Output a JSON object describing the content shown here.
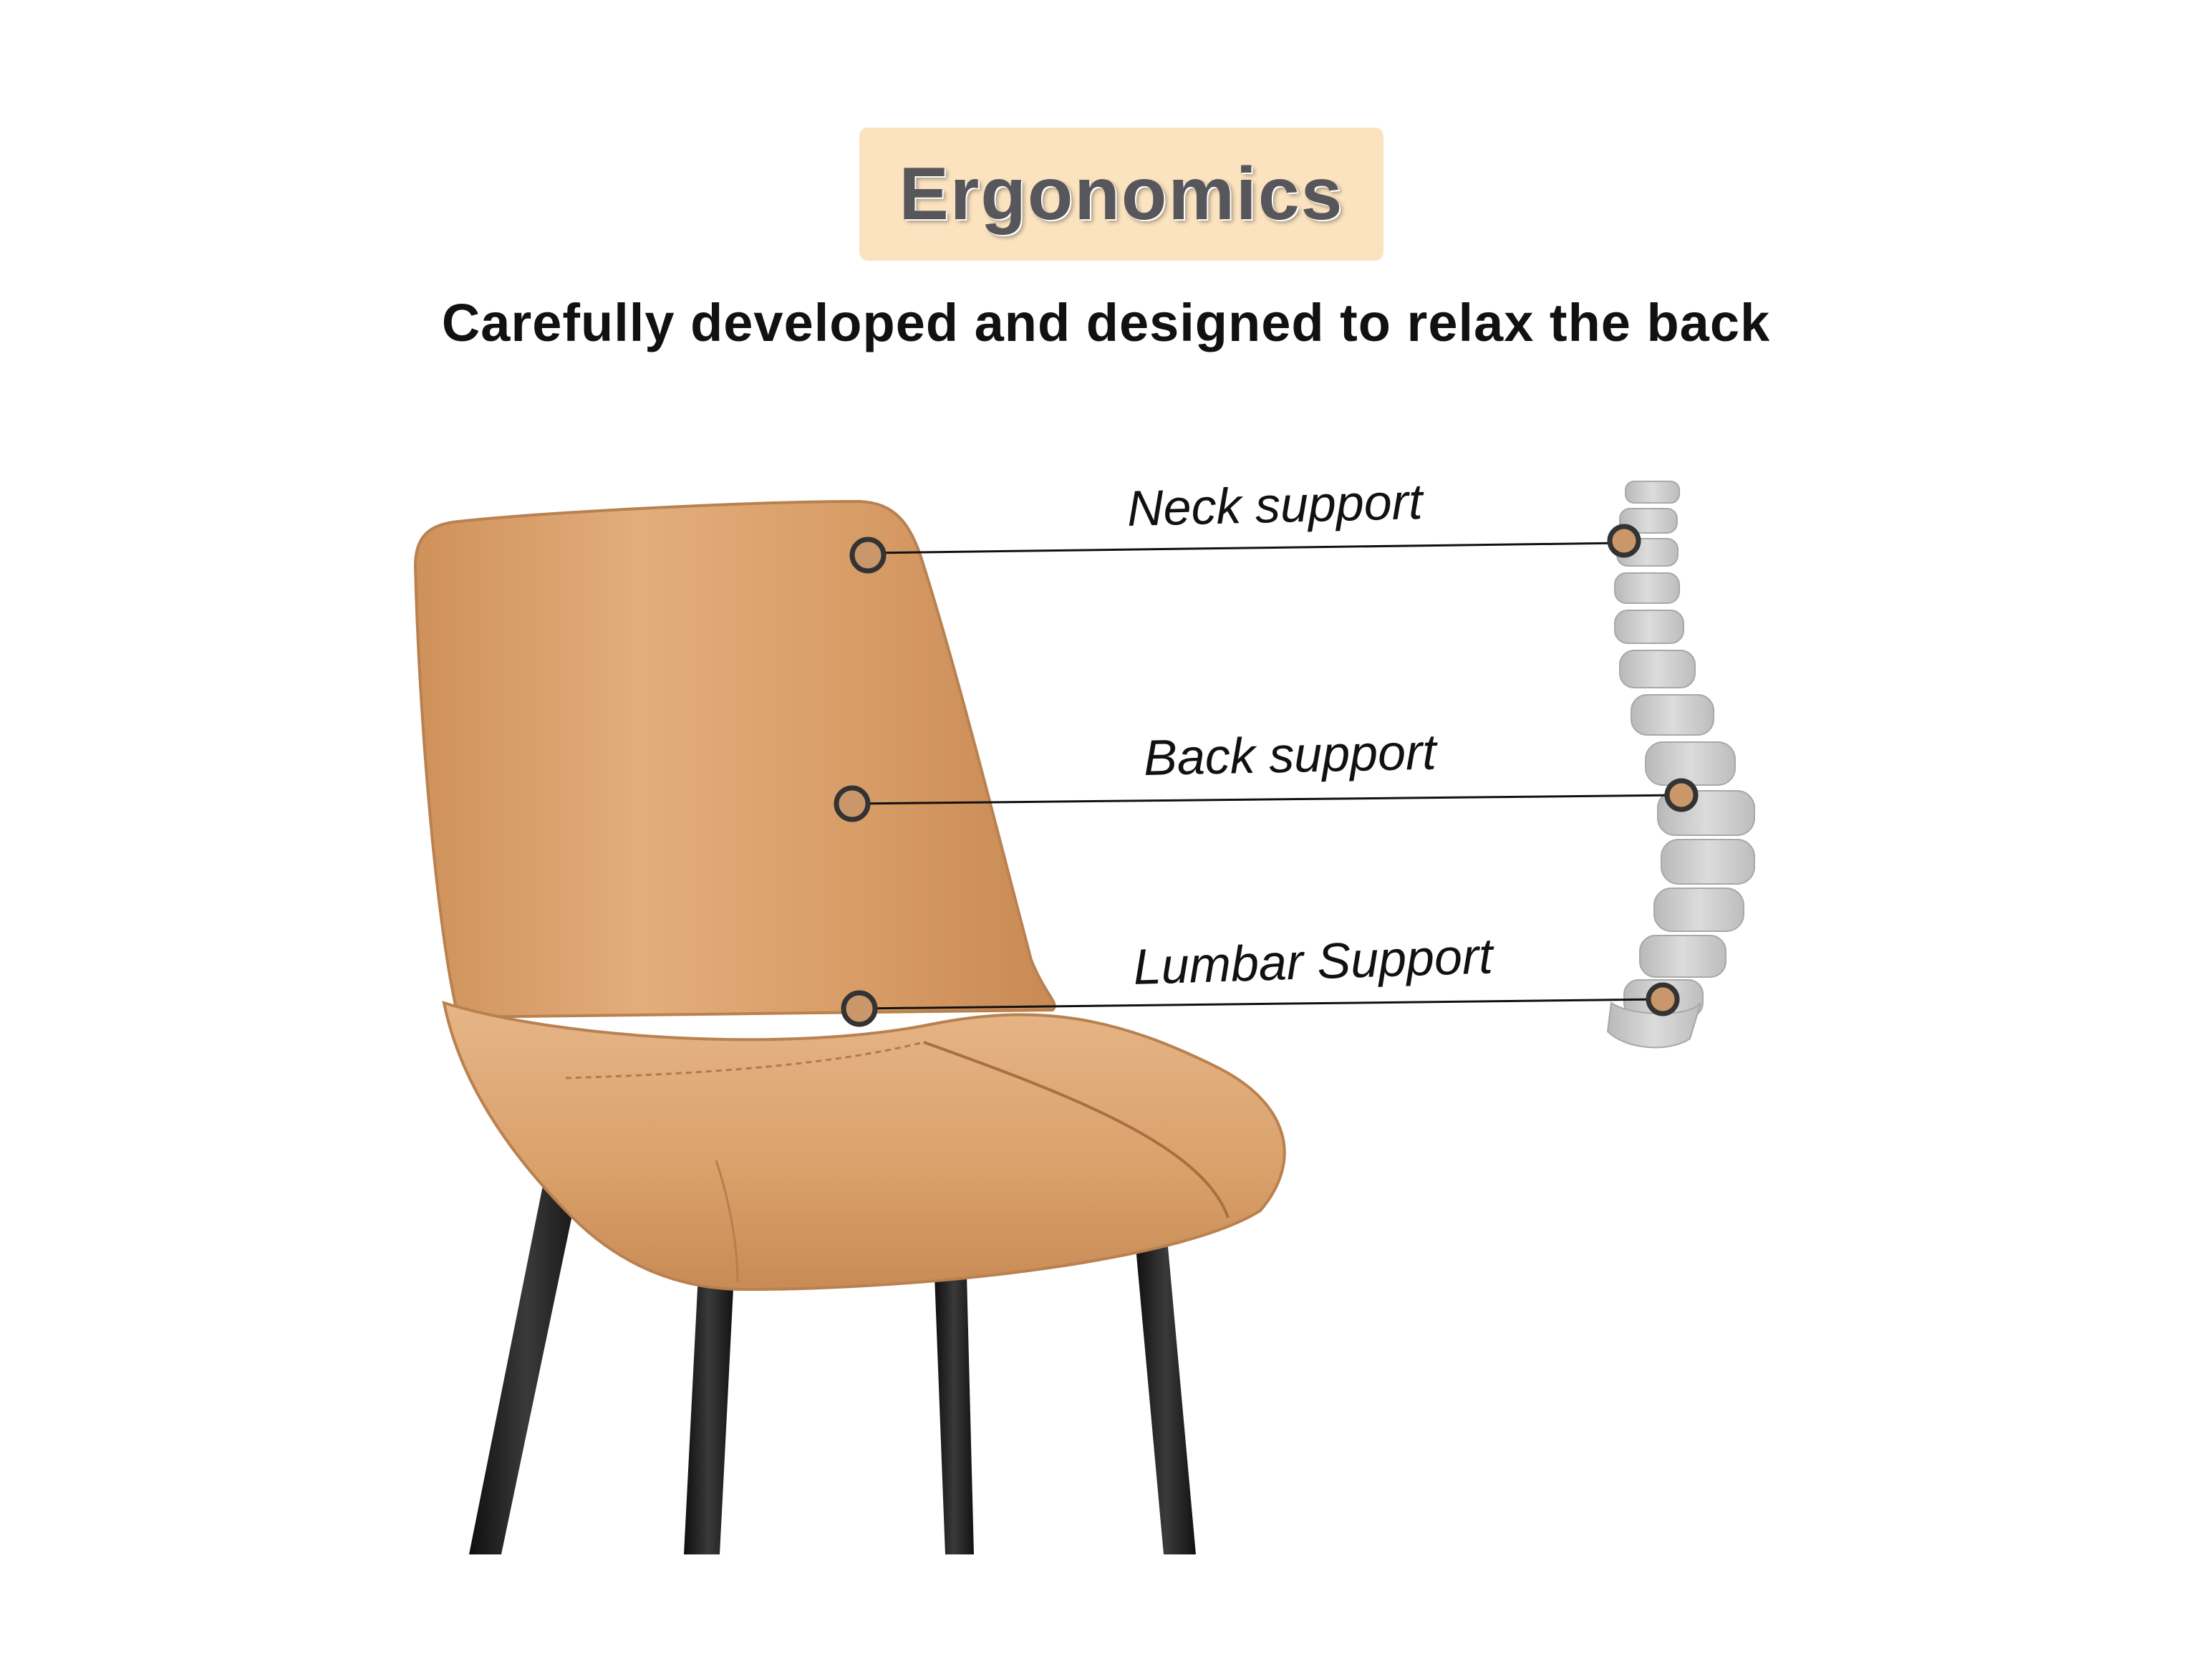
{
  "header": {
    "title": "Ergonomics",
    "subtitle": "Carefully developed and designed to relax the back"
  },
  "callouts": [
    {
      "label": "Neck support"
    },
    {
      "label": "Back support"
    },
    {
      "label": "Lumbar Support"
    }
  ],
  "colors": {
    "badge_background": "#fbe3bf",
    "title_text": "#57565b",
    "chair_leather": "#d9a06a",
    "chair_legs": "#1c1c1c",
    "marker_fill": "#c9976a",
    "spine": "#c8c8c8"
  },
  "illustration": {
    "subject": "leather dining chair with spine diagram",
    "icons": [
      "chair-illustration",
      "spine-illustration"
    ]
  }
}
